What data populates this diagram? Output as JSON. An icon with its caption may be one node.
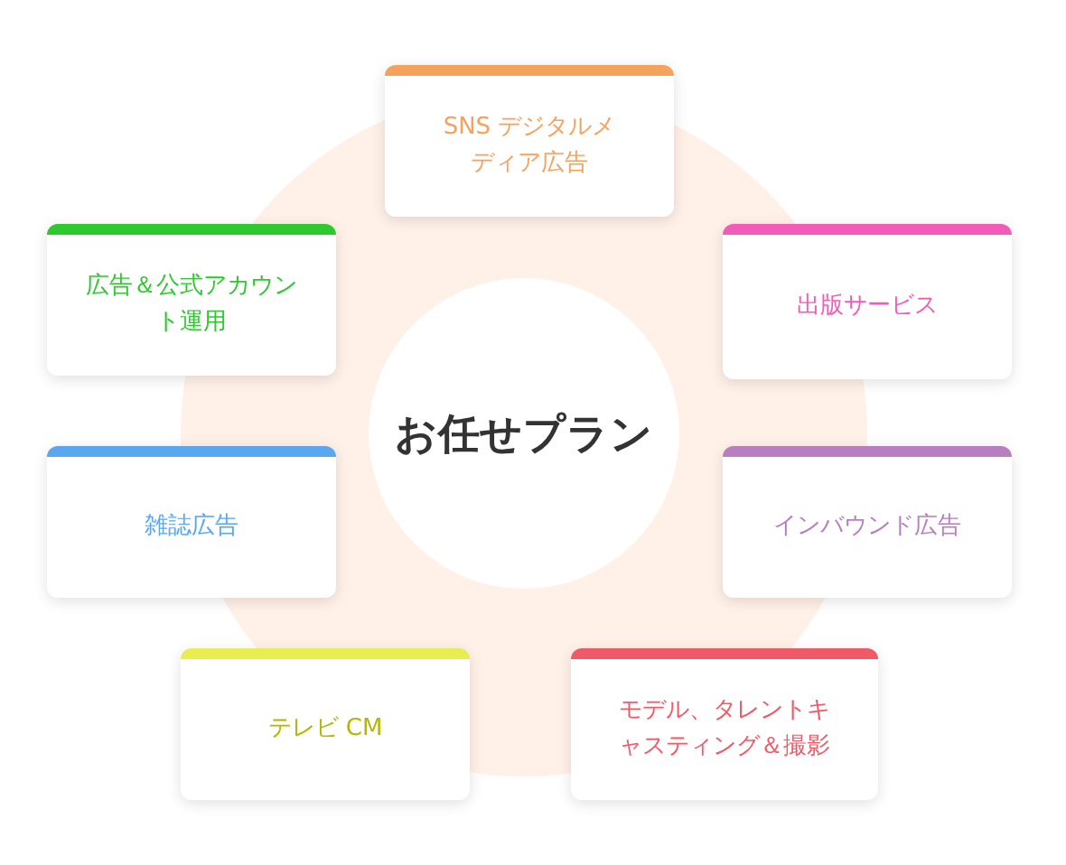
{
  "diagram": {
    "nodes": [
      {
        "text": [
          "SNS デジタルメディア広告"
        ]
      },
      {
        "text": [
          "広告＆公式アカウント運用"
        ]
      },
      {
        "text": [
          "出版サービス"
        ]
      },
      {
        "text": [
          "お任せプラン"
        ]
      },
      {
        "text": [
          "雑誌広告"
        ]
      },
      {
        "text": [
          "インバウンド広告"
        ]
      },
      {
        "text": [
          "テレビ CM"
        ]
      },
      {
        "text": [
          "モデル、タレントキャスティング＆撮影"
        ]
      }
    ]
  }
}
